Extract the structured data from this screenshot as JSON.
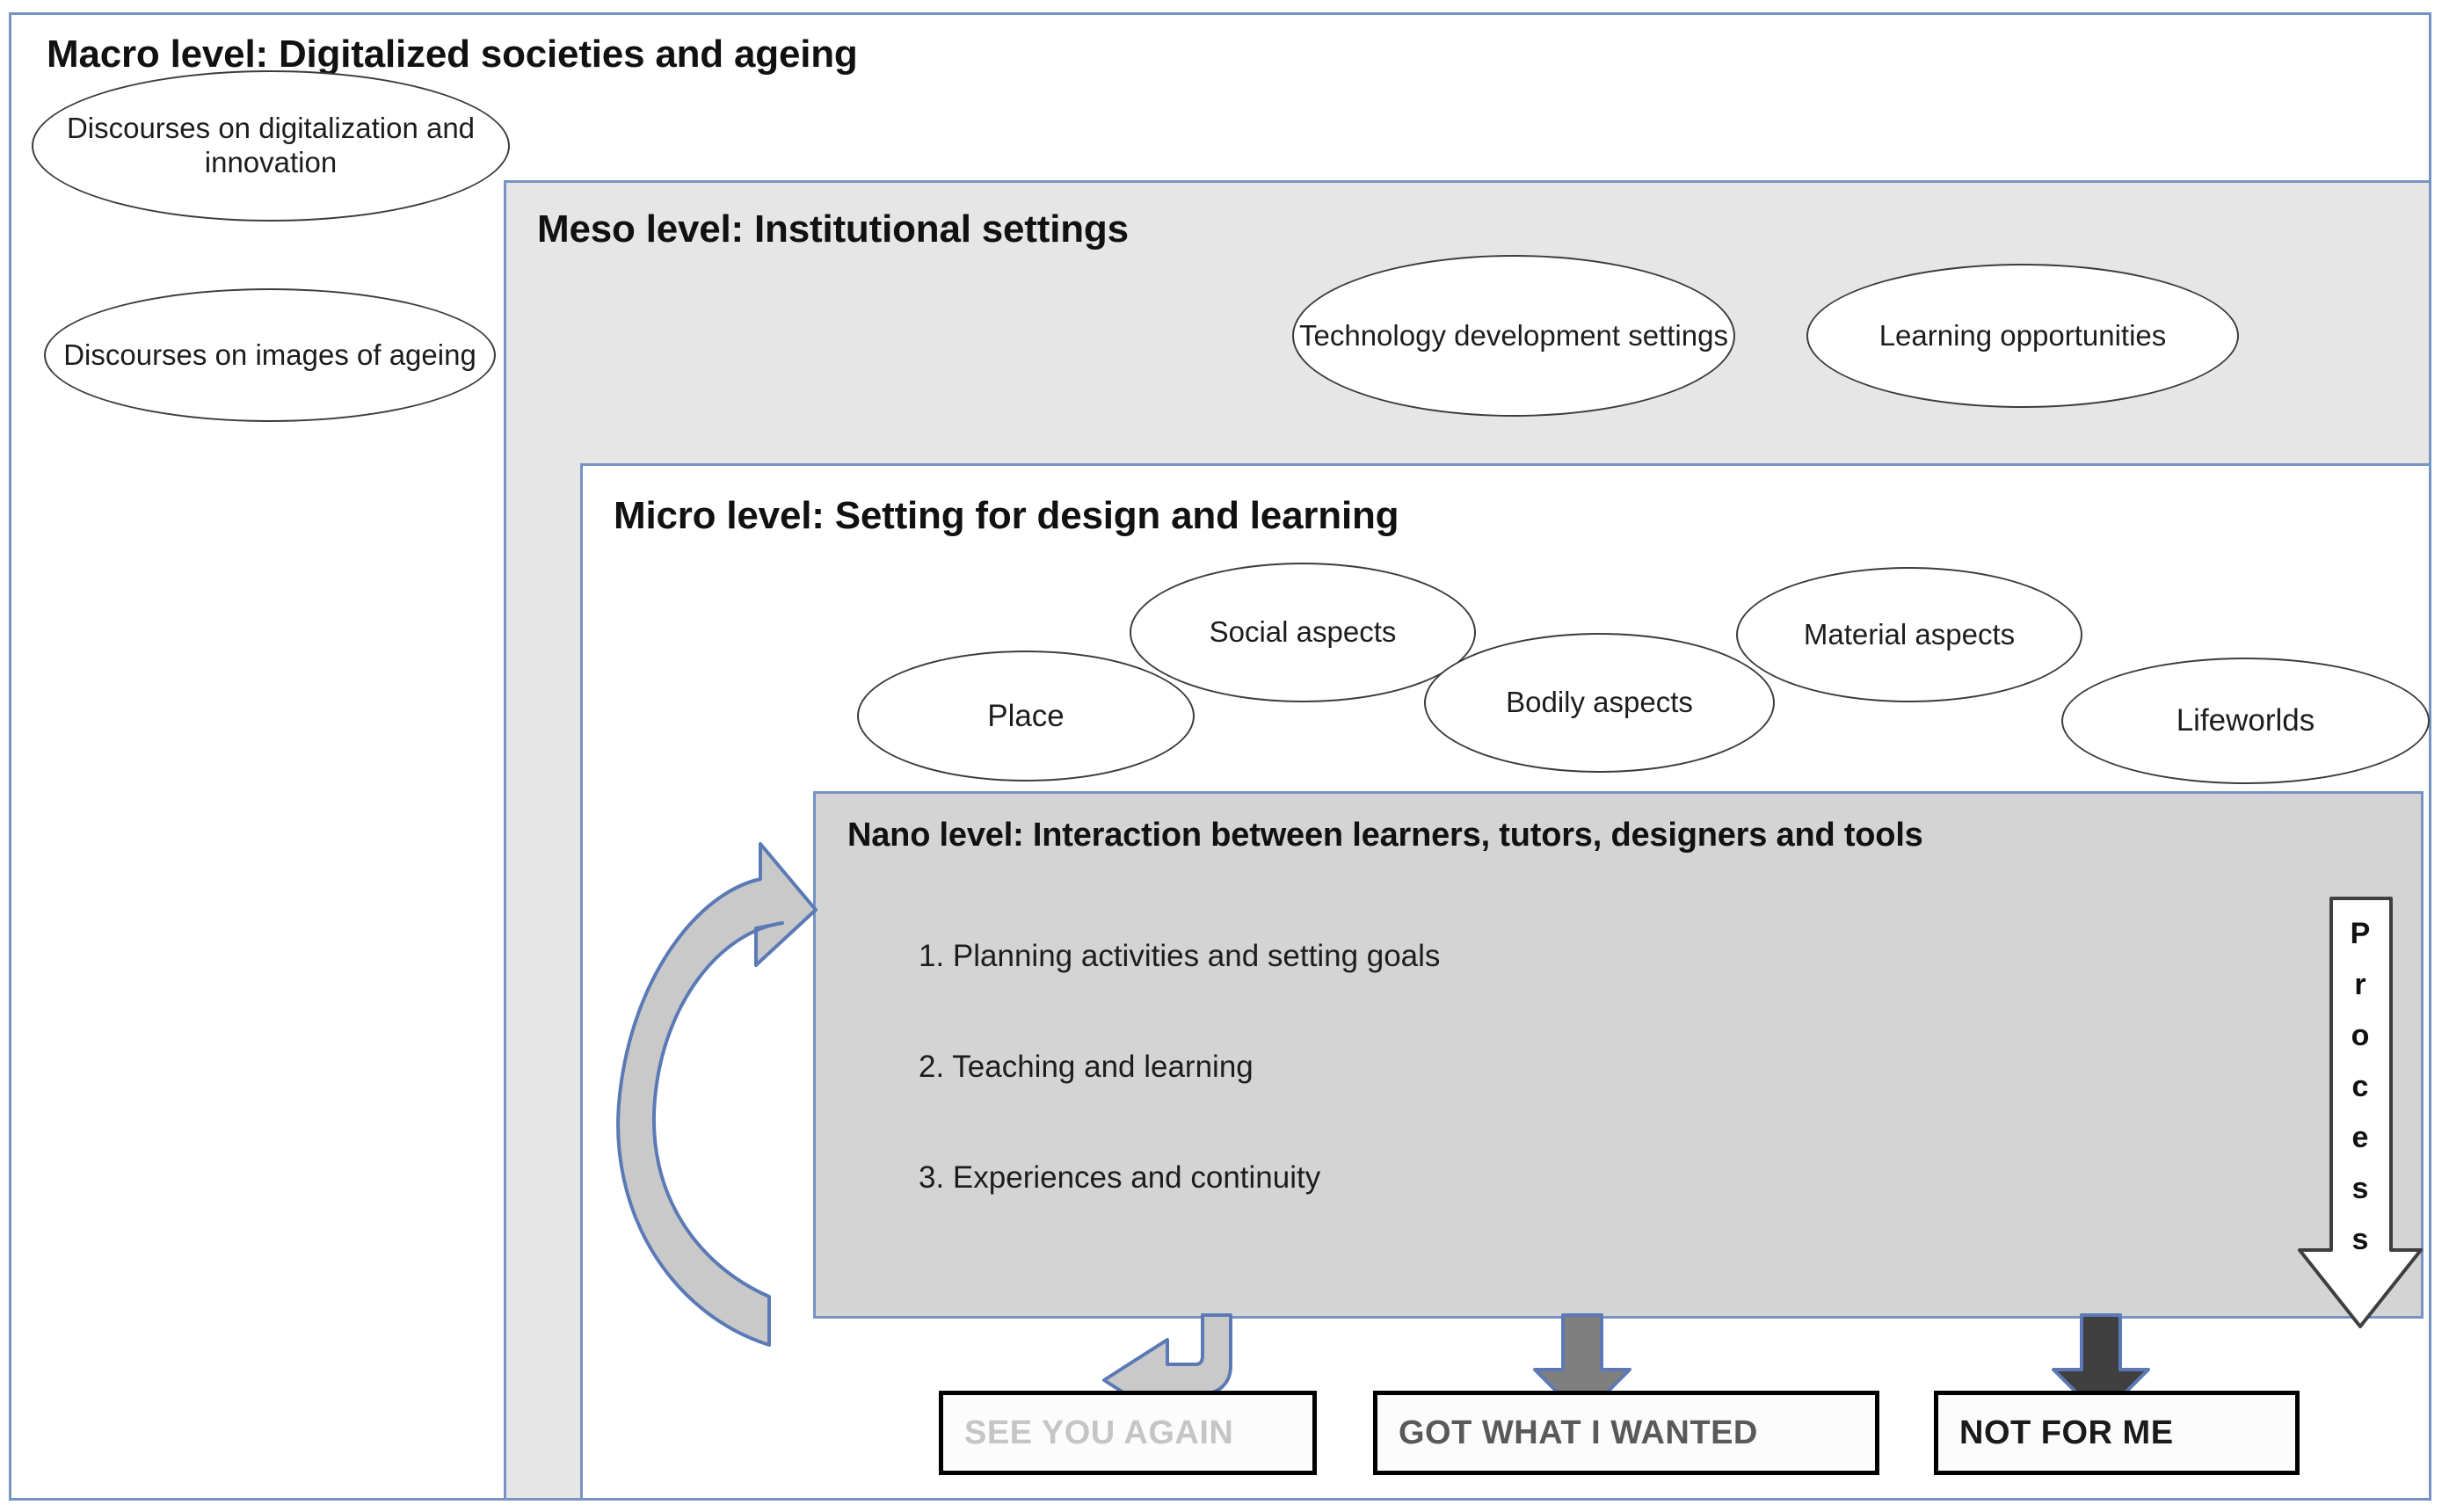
{
  "levels": {
    "macro": {
      "title": "Macro level: Digitalized societies and ageing"
    },
    "meso": {
      "title": "Meso level: Institutional settings"
    },
    "micro": {
      "title": "Micro level:  Setting for design and learning"
    },
    "nano": {
      "title": "Nano level: Interaction between learners, tutors, designers and tools"
    }
  },
  "macro_ellipses": [
    {
      "label": "Discourses on digitalization and innovation"
    },
    {
      "label": "Discourses on images of ageing"
    }
  ],
  "meso_ellipses": [
    {
      "label": "Technology development settings"
    },
    {
      "label": "Learning opportunities"
    }
  ],
  "micro_ellipses": [
    {
      "label": "Place"
    },
    {
      "label": "Social aspects"
    },
    {
      "label": "Bodily aspects"
    },
    {
      "label": "Material aspects"
    },
    {
      "label": "Lifeworlds"
    }
  ],
  "nano_steps": [
    {
      "text": "1. Planning activities and setting goals"
    },
    {
      "text": "2. Teaching and learning"
    },
    {
      "text": "3. Experiences and continuity"
    }
  ],
  "outcomes": [
    {
      "label": "SEE YOU AGAIN",
      "emphasis": "light"
    },
    {
      "label": "GOT WHAT I WANTED",
      "emphasis": "mid"
    },
    {
      "label": "NOT FOR ME",
      "emphasis": "dark"
    }
  ],
  "process_arrow": {
    "label": "Process",
    "letters": [
      "P",
      "r",
      "o",
      "c",
      "e",
      "s",
      "s"
    ]
  },
  "colors": {
    "frame_border": "#7593c4",
    "meso_fill": "#e6e6e6",
    "nano_fill": "#d4d4d4",
    "arrow_light_gray": "#c9c9c9",
    "arrow_mid_gray": "#7f7f7f",
    "arrow_dark_gray": "#404040",
    "arrow_outline": "#5b7ab5"
  }
}
